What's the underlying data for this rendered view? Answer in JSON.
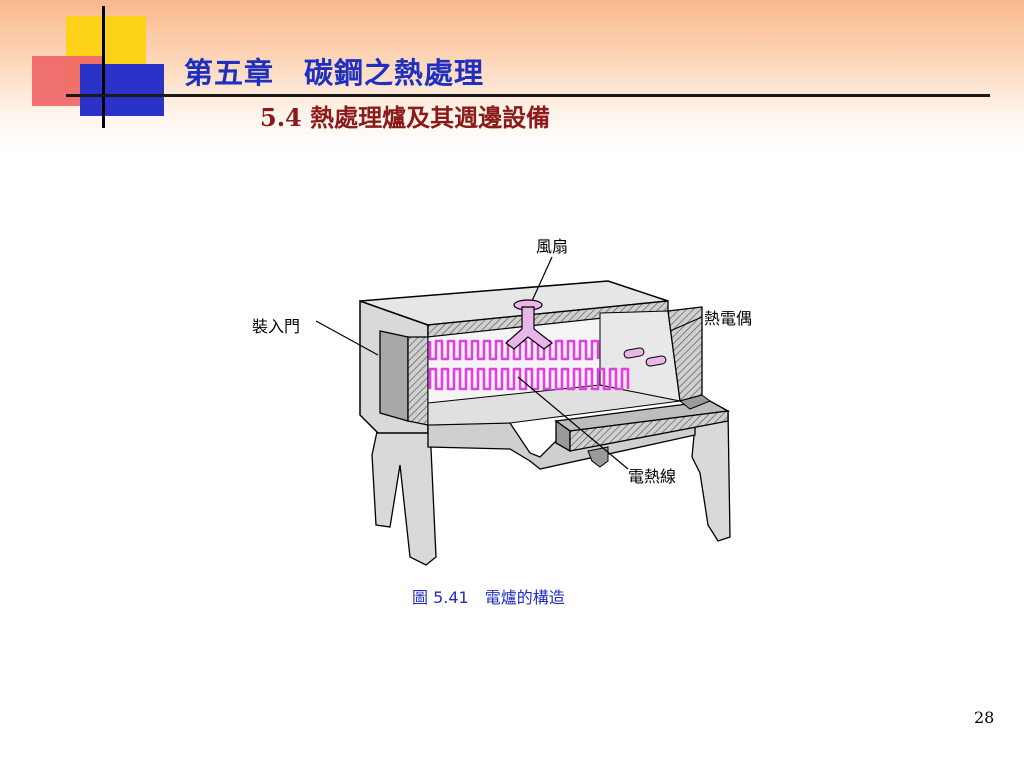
{
  "header": {
    "chapter_title": "第五章　碳鋼之熱處理",
    "section_title": "5.4  熱處理爐及其週邊設備"
  },
  "diagram": {
    "labels": {
      "fan": "風扇",
      "door": "裝入門",
      "thermocouple": "熱電偶",
      "heating_wire": "電熱線"
    },
    "caption": "圖 5.41　電爐的構造"
  },
  "footer": {
    "page_number": "28"
  },
  "colors": {
    "title_blue": "#1f2fbf",
    "section_red": "#8b1a1a",
    "heating_wire": "#e040e0",
    "furnace_face": "#d9d9d9",
    "furnace_shade": "#a8a8a8"
  }
}
